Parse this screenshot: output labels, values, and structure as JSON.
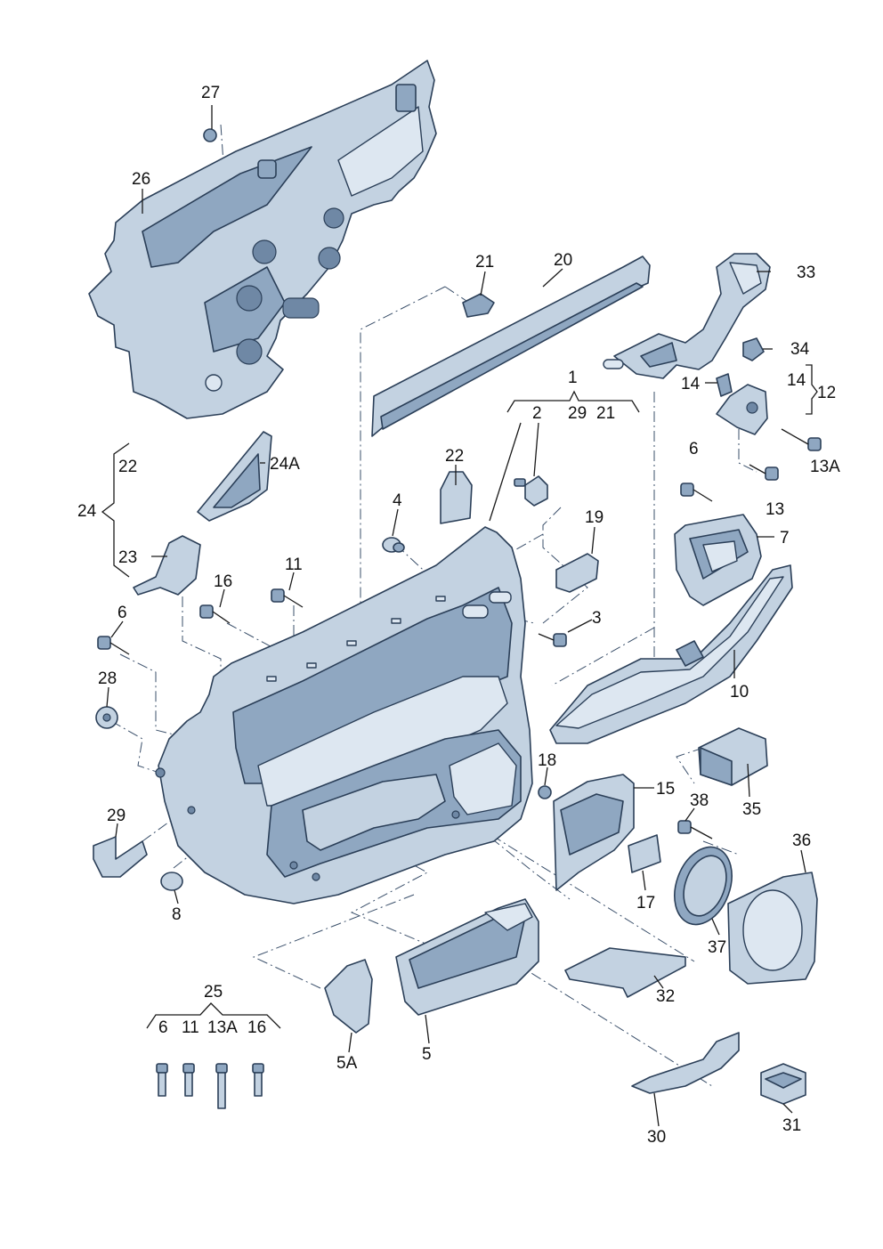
{
  "callouts": {
    "c1": "1",
    "c2": "2",
    "c3": "3",
    "c4": "4",
    "c5": "5",
    "c5a": "5A",
    "c6a": "6",
    "c6b": "6",
    "c6c": "6",
    "c7": "7",
    "c8": "8",
    "c10": "10",
    "c11a": "11",
    "c11b": "11",
    "c12": "12",
    "c13": "13",
    "c13a": "13A",
    "c13b": "13A",
    "c14a": "14",
    "c14b": "14",
    "c15": "15",
    "c16a": "16",
    "c16b": "16",
    "c17": "17",
    "c18": "18",
    "c19": "19",
    "c20": "20",
    "c21a": "21",
    "c21b": "21",
    "c22a": "22",
    "c22b": "22",
    "c23": "23",
    "c24": "24",
    "c24a": "24A",
    "c25": "25",
    "c26": "26",
    "c27": "27",
    "c28": "28",
    "c29a": "29",
    "c29b": "29",
    "c30": "30",
    "c31": "31",
    "c32": "32",
    "c33": "33",
    "c34": "34",
    "c35": "35",
    "c36": "36",
    "c37": "37",
    "c38": "38"
  },
  "colors": {
    "part_fill": "#c3d2e1",
    "part_shadow": "#8fa7c1",
    "outline": "#2b3f58"
  }
}
